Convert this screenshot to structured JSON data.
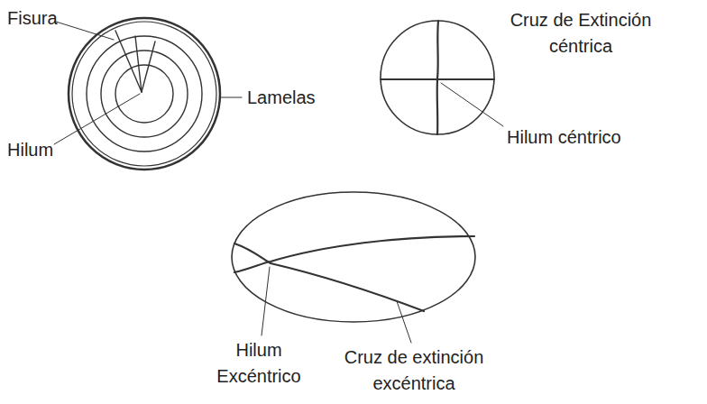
{
  "diagram": {
    "labels": [
      "Fisura",
      "Hilum",
      "Lamelas",
      "Cruz de Extinción céntrica",
      "Hilum céntrico",
      "Hilum Excéntrico",
      "Cruz de extinción excéntrica"
    ]
  }
}
